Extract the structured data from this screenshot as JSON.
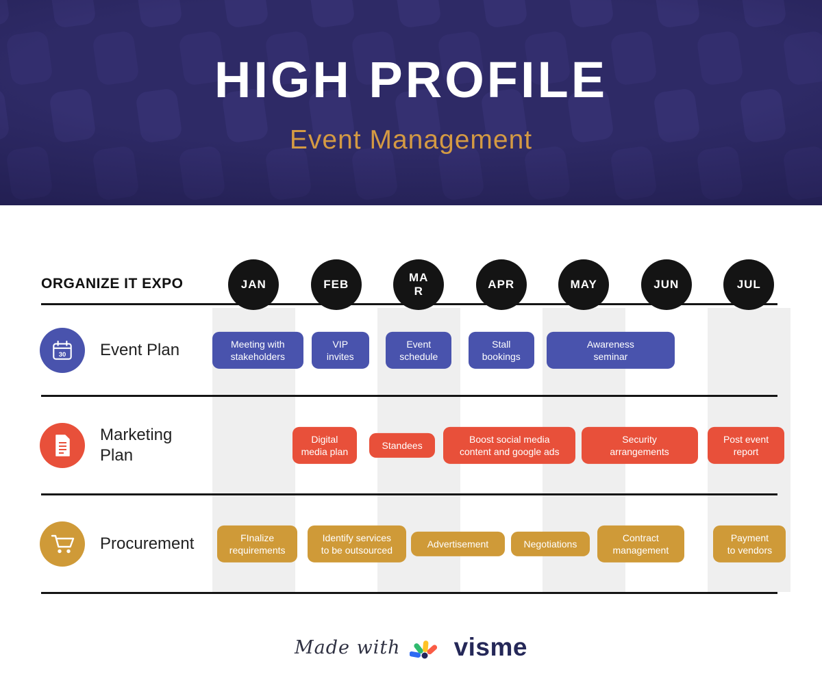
{
  "header": {
    "title": "HIGH PROFILE",
    "subtitle": "Event Management",
    "background_color": "#2e2a66",
    "subtitle_color": "#d49a43"
  },
  "timeline": {
    "heading": "ORGANIZE IT EXPO",
    "months": [
      "JAN",
      "FEB",
      "MA\nR",
      "APR",
      "MAY",
      "JUN",
      "JUL"
    ],
    "shaded_month_indexes": [
      0,
      2,
      4,
      6
    ],
    "stripe_color": "#efefef",
    "axis_color": "#141414",
    "rows": [
      {
        "label": "Event Plan",
        "icon": "calendar-icon",
        "color": "#4953ad"
      },
      {
        "label": "Marketing Plan",
        "icon": "document-icon",
        "color": "#e8503a"
      },
      {
        "label": "Procurement",
        "icon": "cart-icon",
        "color": "#cf9a38"
      }
    ]
  },
  "chart_data": {
    "type": "bar",
    "subtype": "gantt_timeline",
    "title": "ORGANIZE IT EXPO",
    "x_categories": [
      "JAN",
      "FEB",
      "MAR",
      "APR",
      "MAY",
      "JUN",
      "JUL"
    ],
    "x_unit": "month index (0 = start of JAN, 7 = end of JUL)",
    "legend_position": "left-row-labels",
    "grid": "alternating vertical stripes",
    "series": [
      {
        "name": "Event Plan",
        "color": "#4953ad",
        "tasks": [
          {
            "label": "Meeting with stakeholders",
            "display": "Meeting with\nstakeholders",
            "start": 0.0,
            "end": 1.1
          },
          {
            "label": "VIP invites",
            "display": "VIP\ninvites",
            "start": 1.2,
            "end": 1.9
          },
          {
            "label": "Event schedule",
            "display": "Event\nschedule",
            "start": 2.1,
            "end": 2.9
          },
          {
            "label": "Stall bookings",
            "display": "Stall\nbookings",
            "start": 3.1,
            "end": 3.9
          },
          {
            "label": "Awareness seminar",
            "display": "Awareness\nseminar",
            "start": 4.05,
            "end": 5.6
          }
        ]
      },
      {
        "name": "Marketing Plan",
        "color": "#e8503a",
        "tasks": [
          {
            "label": "Digital media plan",
            "display": "Digital\nmedia plan",
            "start": 0.97,
            "end": 1.75
          },
          {
            "label": "Standees",
            "display": "Standees",
            "start": 1.9,
            "end": 2.7
          },
          {
            "label": "Boost social media content and google ads",
            "display": "Boost social media\ncontent and google ads",
            "start": 2.8,
            "end": 4.4
          },
          {
            "label": "Security arrangements",
            "display": "Security\narrangements",
            "start": 4.47,
            "end": 5.88
          },
          {
            "label": "Post event report",
            "display": "Post event\nreport",
            "start": 6.0,
            "end": 6.93
          }
        ]
      },
      {
        "name": "Procurement",
        "color": "#cf9a38",
        "tasks": [
          {
            "label": "FInalize requirements",
            "display": "FInalize\nrequirements",
            "start": 0.06,
            "end": 1.03
          },
          {
            "label": "Identify services to be outsourced",
            "display": "Identify services\nto be outsourced",
            "start": 1.15,
            "end": 2.35
          },
          {
            "label": "Advertisement",
            "display": "Advertisement",
            "start": 2.41,
            "end": 3.54
          },
          {
            "label": "Negotiations",
            "display": "Negotiations",
            "start": 3.62,
            "end": 4.57
          },
          {
            "label": "Contract management",
            "display": "Contract\nmanagement",
            "start": 4.66,
            "end": 5.72
          },
          {
            "label": "Payment to vendors",
            "display": "Payment\nto vendors",
            "start": 6.07,
            "end": 6.95
          }
        ]
      }
    ]
  },
  "footer": {
    "made_with": "Made with",
    "brand": "visme"
  }
}
